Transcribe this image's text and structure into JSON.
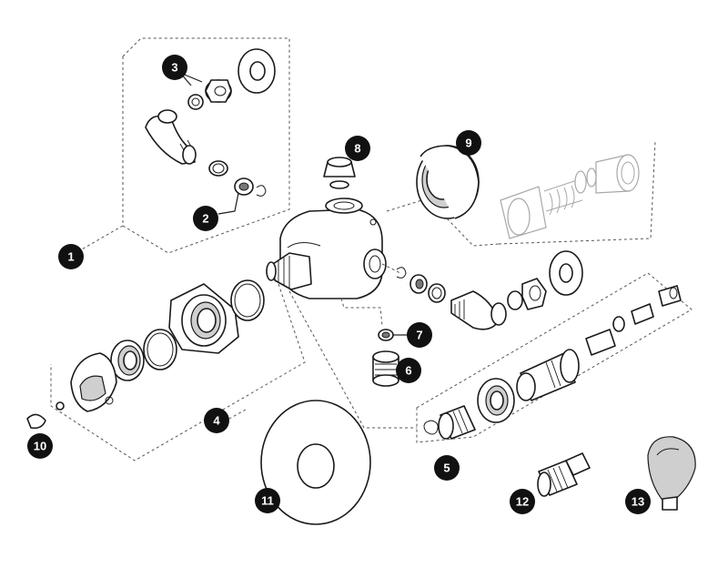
{
  "callouts": [
    {
      "id": "1",
      "label": "1"
    },
    {
      "id": "2",
      "label": "2"
    },
    {
      "id": "3",
      "label": "3"
    },
    {
      "id": "4",
      "label": "4"
    },
    {
      "id": "5",
      "label": "5"
    },
    {
      "id": "6",
      "label": "6"
    },
    {
      "id": "7",
      "label": "7"
    },
    {
      "id": "8",
      "label": "8"
    },
    {
      "id": "9",
      "label": "9"
    },
    {
      "id": "10",
      "label": "10"
    },
    {
      "id": "11",
      "label": "11"
    },
    {
      "id": "12",
      "label": "12"
    },
    {
      "id": "13",
      "label": "13"
    }
  ],
  "colors": {
    "outline": "#1a1a1a",
    "badge_fill": "#111111",
    "badge_text": "#ffffff",
    "ghost_outline": "#a8a8a8",
    "chrome_fill": "#cfcfcf"
  }
}
